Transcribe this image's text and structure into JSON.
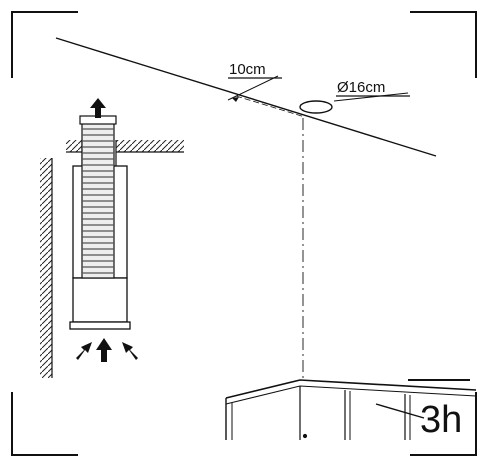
{
  "labels": {
    "offset_distance": "10cm",
    "duct_diameter": "Ø16cm",
    "step_number": "3h"
  }
}
